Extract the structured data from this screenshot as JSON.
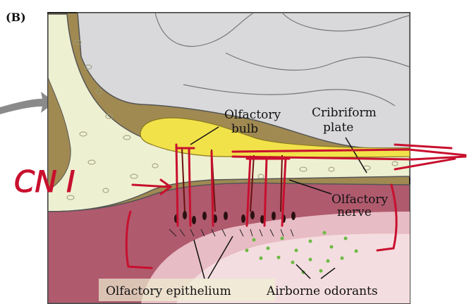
{
  "panel_label": "(B)",
  "labels": {
    "olfactory_bulb_1": "Olfactory",
    "olfactory_bulb_2": "bulb",
    "cribriform_1": "Cribriform",
    "cribriform_2": "plate",
    "olfactory_nerve_1": "Olfactory",
    "olfactory_nerve_2": "nerve",
    "olfactory_epithelium": "Olfactory epithelium",
    "airborne_odorants": "Airborne odorants"
  },
  "annotation": {
    "handwritten_text": "CN I"
  },
  "colors": {
    "bone": "#eef0d2",
    "bone_dark": "#a08a52",
    "brain": "#d9d9db",
    "bulb": "#f2e24a",
    "nasal_tissue": "#b05a6e",
    "mucosa": "#e8bcc4",
    "annotation_red": "#c8102e",
    "odorant_green": "#6dbb45"
  }
}
